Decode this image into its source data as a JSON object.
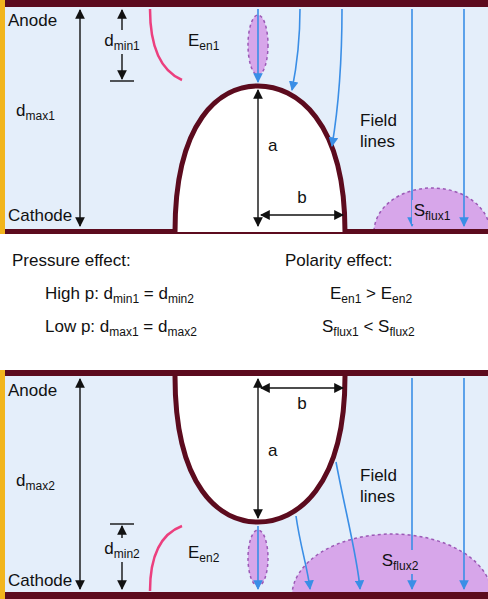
{
  "diagram": {
    "labels": [
      "Anode",
      "dmin1",
      "Een1",
      "dmax1",
      "Field lines",
      "a",
      "Cathode",
      "b",
      "Sflux1",
      "Pressure effect:",
      "Polarity effect:",
      "High p: dmin1 = dmin2",
      "Een1 > Een2",
      "Low p: dmax1 = dmax2",
      "Sflux1 < Sflux2",
      "Anode",
      "b",
      "a",
      "dmax2",
      "Field lines",
      "dmin2",
      "Een2",
      "Cathode",
      "Sflux2"
    ]
  }
}
